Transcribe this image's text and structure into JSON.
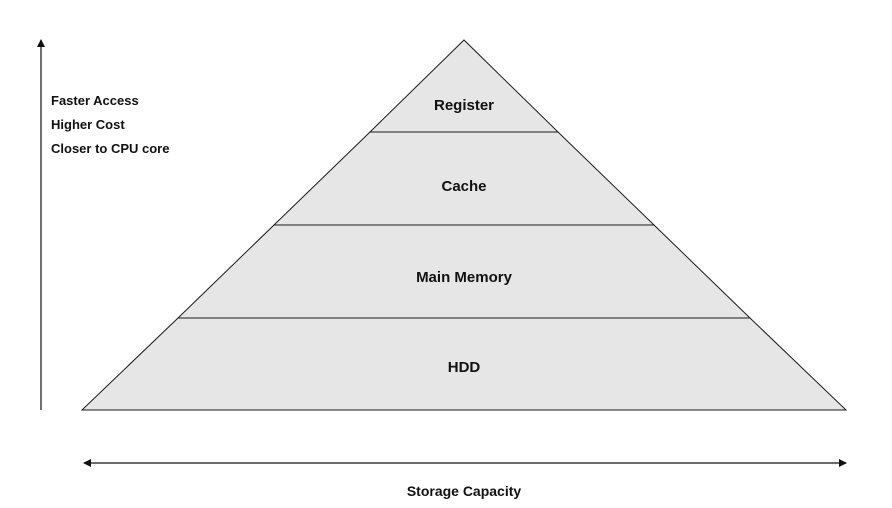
{
  "pyramid": {
    "tiers": [
      {
        "label": "Register"
      },
      {
        "label": "Cache"
      },
      {
        "label": "Main Memory"
      },
      {
        "label": "HDD"
      }
    ],
    "fill_color": "#e6e6e6",
    "stroke_color": "#1a1a1a"
  },
  "vertical_axis": {
    "labels": [
      "Faster Access",
      "Higher Cost",
      "Closer to CPU core"
    ]
  },
  "horizontal_axis": {
    "label": "Storage Capacity"
  }
}
